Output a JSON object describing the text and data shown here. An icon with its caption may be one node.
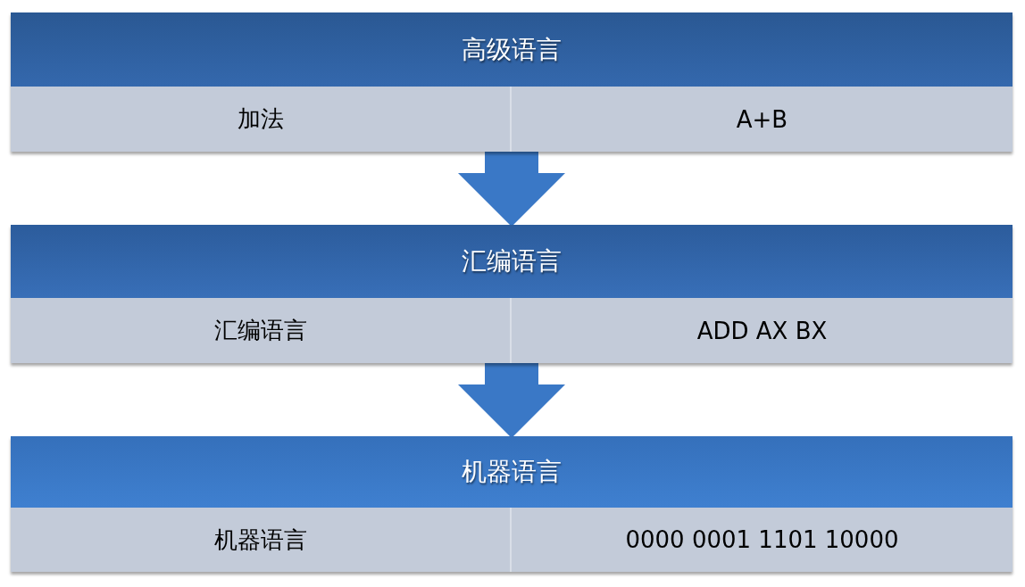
{
  "diagram": {
    "nodes": [
      {
        "text": [
          "高级语言"
        ]
      },
      {
        "text": [
          "加法"
        ],
        "in": 0
      },
      {
        "text": [
          "A+B"
        ],
        "in": 0
      },
      {
        "text": [
          "汇编语言"
        ]
      },
      {
        "text": [
          "汇编语言"
        ],
        "in": 3
      },
      {
        "text": [
          "ADD AX BX"
        ],
        "in": 3
      },
      {
        "text": [
          "机器语言"
        ]
      },
      {
        "text": [
          "机器语言"
        ],
        "in": 6
      },
      {
        "text": [
          "0000 0001 1101 10000"
        ],
        "in": 6
      }
    ],
    "edges": [
      {
        "from": 0,
        "to": 3,
        "arrow": "to"
      },
      {
        "from": 3,
        "to": 6,
        "arrow": "to"
      }
    ]
  }
}
